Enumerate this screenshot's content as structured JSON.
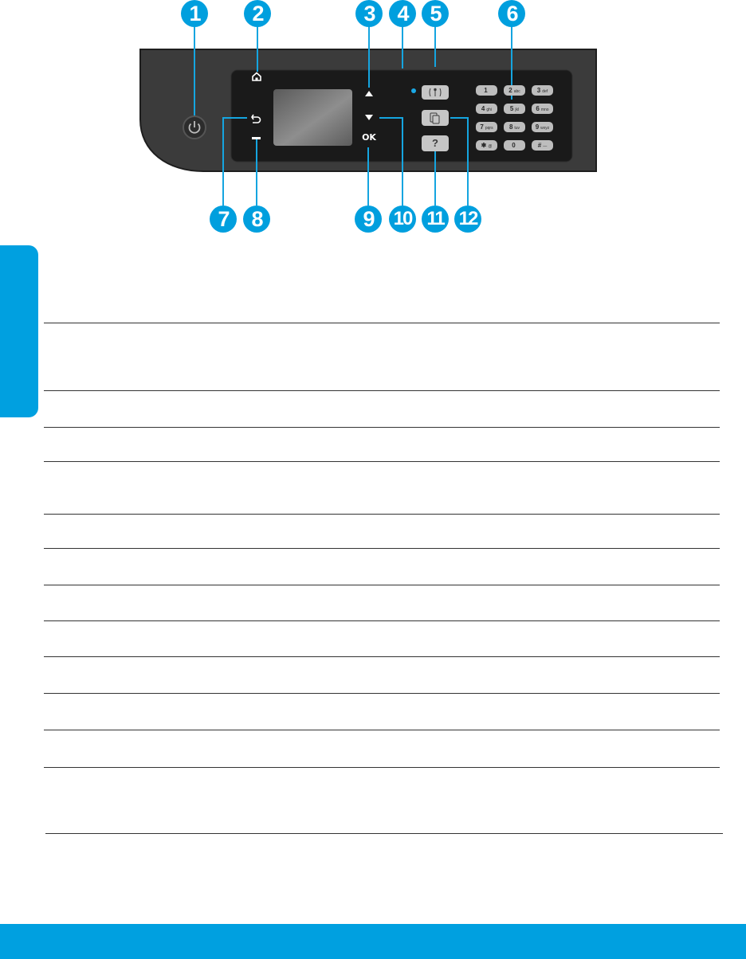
{
  "callouts": [
    "1",
    "2",
    "3",
    "4",
    "5",
    "6",
    "7",
    "8",
    "9",
    "10",
    "11",
    "12"
  ],
  "panel": {
    "ok_label": "OK",
    "help_label": "?",
    "keypad": [
      {
        "digit": "1",
        "letters": ""
      },
      {
        "digit": "2",
        "letters": "abc"
      },
      {
        "digit": "3",
        "letters": "def"
      },
      {
        "digit": "4",
        "letters": "ghi"
      },
      {
        "digit": "5",
        "letters": "jkl"
      },
      {
        "digit": "6",
        "letters": "mno"
      },
      {
        "digit": "7",
        "letters": "pqrs"
      },
      {
        "digit": "8",
        "letters": "tuv"
      },
      {
        "digit": "9",
        "letters": "wxyz"
      },
      {
        "digit": "✱",
        "letters": "@"
      },
      {
        "digit": "0",
        "letters": ""
      },
      {
        "digit": "#",
        "letters": "—"
      }
    ]
  },
  "colors": {
    "accent": "#009fde",
    "panel_body": "#3b3b3b",
    "panel_inset": "#171717"
  },
  "icons": [
    "power-icon",
    "home-icon",
    "back-icon",
    "up-arrow-icon",
    "down-arrow-icon",
    "wireless-icon",
    "eprint-icon"
  ]
}
